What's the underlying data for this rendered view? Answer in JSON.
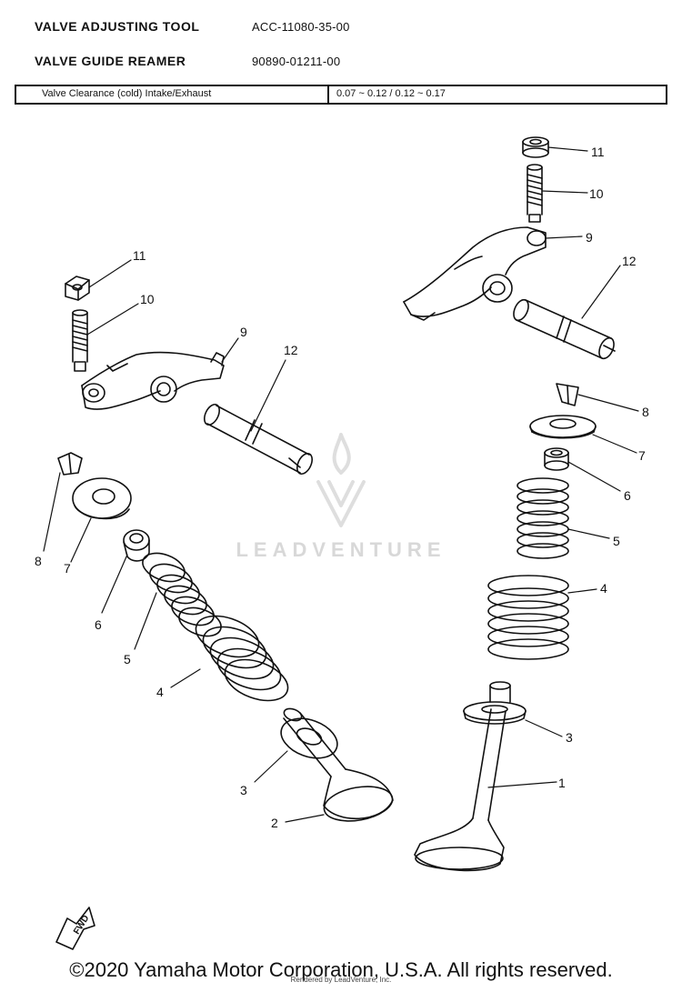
{
  "specs": [
    {
      "name": "VALVE ADJUSTING TOOL",
      "value": "ACC-11080-35-00"
    },
    {
      "name": "VALVE GUIDE REAMER",
      "value": "90890-01211-00"
    }
  ],
  "clearance": {
    "label": "Valve Clearance (cold) Intake/Exhaust",
    "value": "0.07 ~ 0.12 / 0.12 ~ 0.17"
  },
  "watermark": "LEADVENTURE",
  "callouts": {
    "right": [
      "11",
      "10",
      "9",
      "12",
      "8",
      "7",
      "6",
      "5",
      "4",
      "3",
      "1"
    ],
    "left": [
      "11",
      "10",
      "9",
      "12",
      "8",
      "7",
      "6",
      "5",
      "4",
      "3",
      "2"
    ]
  },
  "fwd_label": "FWD",
  "copyright": "©2020 Yamaha Motor Corporation, U.S.A. All rights reserved.",
  "rendered_note": "Rendered by LeadVenture, Inc.",
  "colors": {
    "line": "#111111",
    "watermark": "#d8d8d8"
  }
}
